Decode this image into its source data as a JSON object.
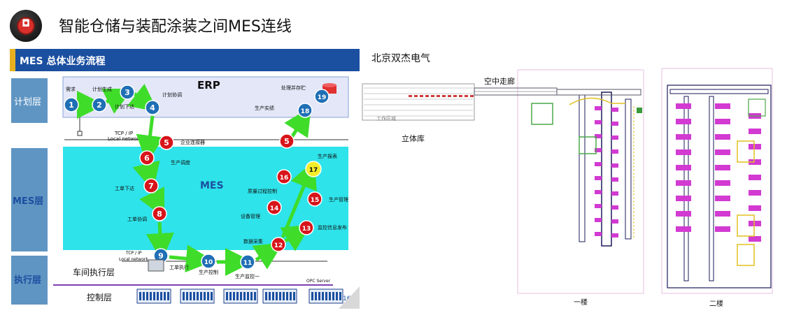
{
  "header": {
    "title": "智能仓储与装配涂装之间MES连线"
  },
  "left_panel": {
    "title": "MES 总体业务流程",
    "layers": {
      "plan": "计划层",
      "mes": "MES层",
      "exec": "执行层"
    },
    "bottom_labels": {
      "workshop": "车间执行层",
      "control": "控制层"
    },
    "erp": "ERP",
    "mes_box": "MES",
    "network_top": [
      "TCP / IP",
      "Local network"
    ],
    "network_bottom": [
      "TCP / IP",
      "Local network"
    ],
    "opc": "OPC Server",
    "page_number": "16",
    "nodes": [
      {
        "n": "1",
        "label": "需求"
      },
      {
        "n": "2",
        "label": "计划生成"
      },
      {
        "n": "3",
        "label": "计划下达"
      },
      {
        "n": "4",
        "label": "计划协调"
      },
      {
        "n": "5",
        "label": "企业连接器"
      },
      {
        "n": "5",
        "label": ""
      },
      {
        "n": "6",
        "label": "生产调度"
      },
      {
        "n": "7",
        "label": "工单下达"
      },
      {
        "n": "8",
        "label": "工单协调"
      },
      {
        "n": "9",
        "label": "工单执行"
      },
      {
        "n": "10",
        "label": "生产控制"
      },
      {
        "n": "11",
        "label": "生产监控一"
      },
      {
        "n": "12",
        "label": "数据采集"
      },
      {
        "n": "13",
        "label": "监控信息发布"
      },
      {
        "n": "14",
        "label": "设备管理"
      },
      {
        "n": "15",
        "label": "生产管理"
      },
      {
        "n": "16",
        "label": "质量过程控制"
      },
      {
        "n": "17",
        "label": "生产报表"
      },
      {
        "n": "18",
        "label": "生产实绩"
      },
      {
        "n": "19",
        "label": "处理并存贮"
      }
    ]
  },
  "right_panel": {
    "title": "北京双杰电气",
    "labels": {
      "corridor": "空中走廊",
      "warehouse": "立体库",
      "work_area": "工作区域",
      "floor1": "一楼",
      "floor2": "二楼"
    }
  },
  "colors": {
    "blue_node": "#1f6fb5",
    "red_node": "#d8141b",
    "yellow_node": "#f4ee2a",
    "arrow": "#3fdc2a",
    "mes_bg": "#2ee3ea",
    "title_bar": "#1b4fa0"
  }
}
